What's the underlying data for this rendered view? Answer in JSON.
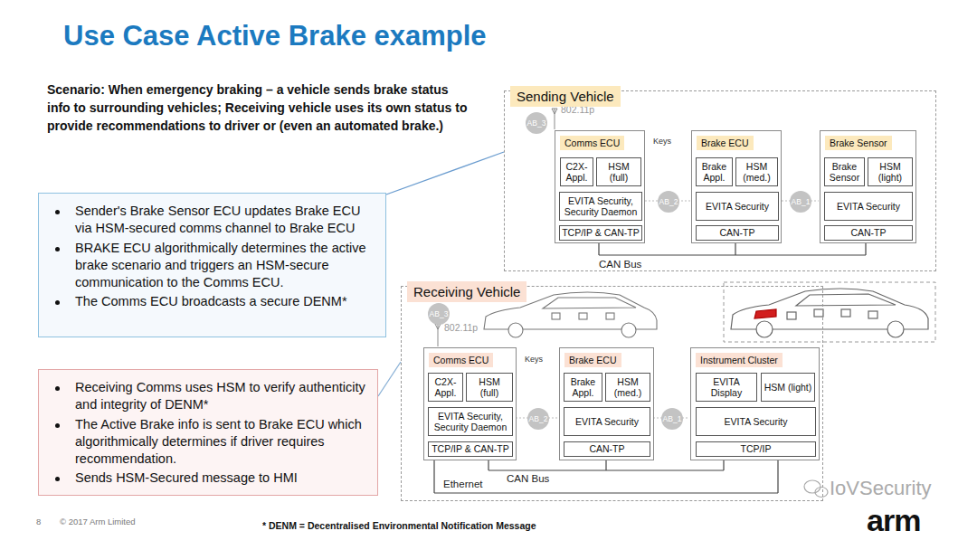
{
  "diagram": {
    "title": "Use Case Active Brake example",
    "caption": "* DENM = Decentralised Environmental Notification Message",
    "nodes": [
      {
        "text": [
          "Sender's Brake Sensor ECU updates Brake ECU via HSM-secured comms channel to Brake ECU",
          "BRAKE ECU algorithmically determines the active brake scenario and triggers an HSM-secure communication to the Comms ECU.",
          "The Comms ECU broadcasts a secure DENM*"
        ]
      },
      {
        "text": [
          "Receiving Comms uses HSM to verify authenticity and integrity of DENM*",
          "The Active Brake info is sent to Brake ECU which algorithmically determines if driver requires recommendation.",
          "Sends HSM-Secured message to HMI"
        ]
      },
      {
        "text": [
          "Sending Vehicle"
        ]
      },
      {
        "text": [
          "AB_3"
        ],
        "in": 2
      },
      {
        "text": [
          "Comms ECU"
        ],
        "in": 2
      },
      {
        "text": [
          "C2X-Appl."
        ],
        "in": 4
      },
      {
        "text": [
          "HSM (full)"
        ],
        "in": 4
      },
      {
        "text": [
          "EVITA Security, Security Daemon"
        ],
        "in": 4
      },
      {
        "text": [
          "TCP/IP & CAN-TP"
        ],
        "in": 4
      },
      {
        "text": [
          "AB_2"
        ],
        "in": 2
      },
      {
        "text": [
          "Brake ECU"
        ],
        "in": 2
      },
      {
        "text": [
          "Brake Appl."
        ],
        "in": 10
      },
      {
        "text": [
          "HSM (med.)"
        ],
        "in": 10
      },
      {
        "text": [
          "EVITA Security"
        ],
        "in": 10
      },
      {
        "text": [
          "CAN-TP"
        ],
        "in": 10
      },
      {
        "text": [
          "AB_1"
        ],
        "in": 2
      },
      {
        "text": [
          "Brake Sensor"
        ],
        "in": 2
      },
      {
        "text": [
          "Brake Sensor"
        ],
        "in": 16
      },
      {
        "text": [
          "HSM (light)"
        ],
        "in": 16
      },
      {
        "text": [
          "EVITA Security"
        ],
        "in": 16
      },
      {
        "text": [
          "CAN-TP"
        ],
        "in": 16
      },
      {
        "text": [
          "Receiving Vehicle"
        ]
      },
      {
        "text": [
          "AB_3"
        ],
        "in": 21
      },
      {
        "text": [
          "Comms ECU"
        ],
        "in": 21
      },
      {
        "text": [
          "C2X-Appl."
        ],
        "in": 23
      },
      {
        "text": [
          "HSM (full)"
        ],
        "in": 23
      },
      {
        "text": [
          "EVITA Security, Security Daemon"
        ],
        "in": 23
      },
      {
        "text": [
          "TCP/IP & CAN-TP"
        ],
        "in": 23
      },
      {
        "text": [
          "AB_2"
        ],
        "in": 21
      },
      {
        "text": [
          "Brake ECU"
        ],
        "in": 21
      },
      {
        "text": [
          "Brake Appl."
        ],
        "in": 29
      },
      {
        "text": [
          "HSM (med.)"
        ],
        "in": 29
      },
      {
        "text": [
          "EVITA Security"
        ],
        "in": 29
      },
      {
        "text": [
          "CAN-TP"
        ],
        "in": 29
      },
      {
        "text": [
          "AB_1"
        ],
        "in": 21
      },
      {
        "text": [
          "Instrument Cluster"
        ],
        "in": 21
      },
      {
        "text": [
          "EVITA Display"
        ],
        "in": 35
      },
      {
        "text": [
          "HSM (light)"
        ],
        "in": 35
      },
      {
        "text": [
          "EVITA Security"
        ],
        "in": 35
      },
      {
        "text": [
          "TCP/IP"
        ],
        "in": 35
      }
    ],
    "edges": [
      {
        "from": 0,
        "to": 2,
        "arrow": "none"
      },
      {
        "from": 1,
        "to": 21,
        "arrow": "none"
      }
    ],
    "labels": [
      "Scenario:  When emergency braking – a vehicle sends brake status info to surrounding vehicles; Receiving vehicle uses its own status to provide recommendations to driver or (even an automated brake.)",
      "802.11p",
      "Keys",
      "CAN Bus",
      "802.11p",
      "Keys",
      "CAN Bus",
      "Ethernet",
      "8",
      "© 2017 Arm Limited",
      "IoVSecurity",
      "arm"
    ]
  }
}
